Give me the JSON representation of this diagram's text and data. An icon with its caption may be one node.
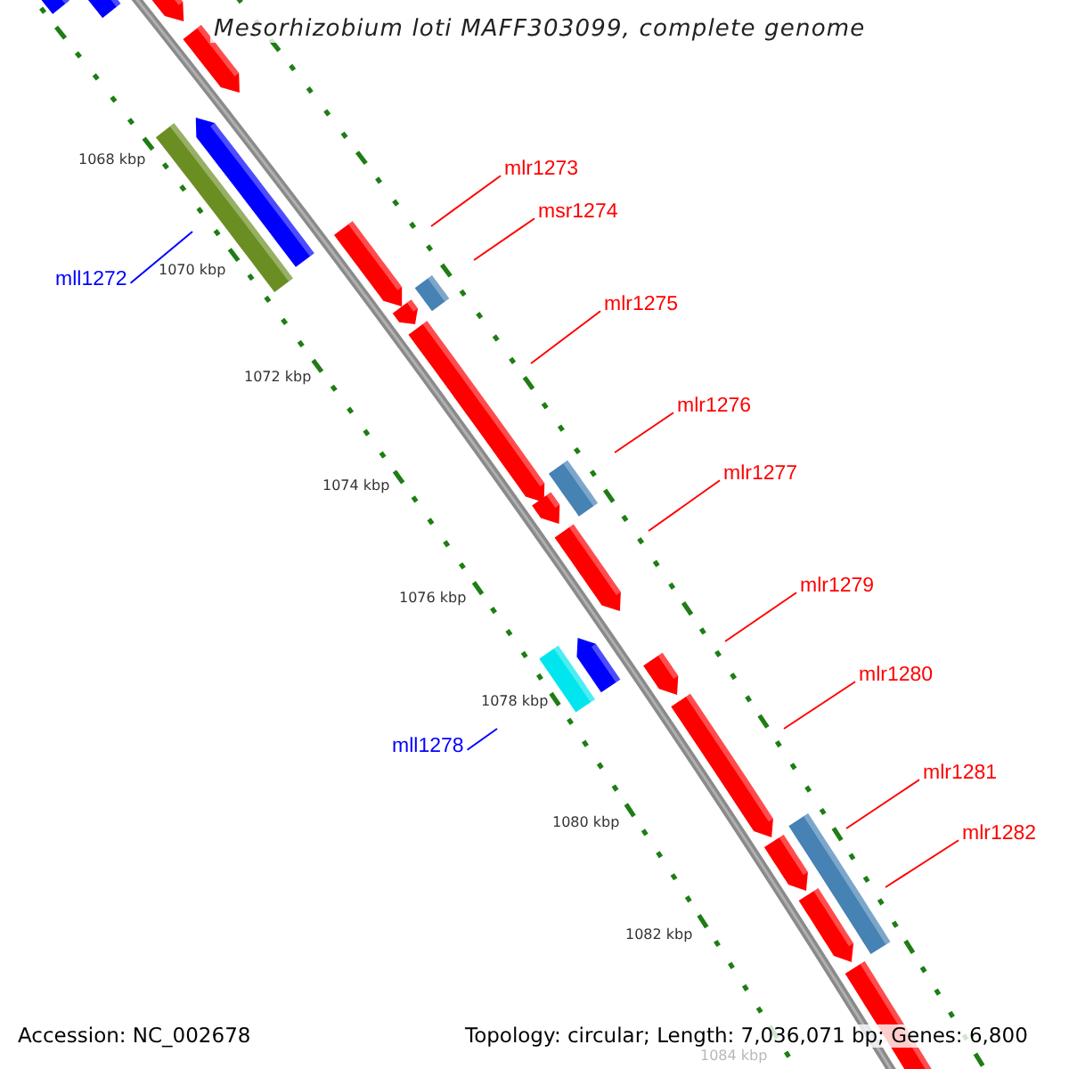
{
  "diagram": {
    "title": "Mesorhizobium loti MAFF303099, complete genome",
    "nodes": [
      {
        "text": [
          "mlr1273"
        ]
      },
      {
        "text": [
          "msr1274"
        ]
      },
      {
        "text": [
          "mll1272"
        ]
      },
      {
        "text": [
          "mlr1275"
        ]
      },
      {
        "text": [
          "mlr1276"
        ]
      },
      {
        "text": [
          "mlr1277"
        ]
      },
      {
        "text": [
          "mlr1279"
        ]
      },
      {
        "text": [
          "mlr1280"
        ]
      },
      {
        "text": [
          "mll1278"
        ]
      },
      {
        "text": [
          "mlr1281"
        ]
      },
      {
        "text": [
          "mlr1282"
        ]
      }
    ],
    "edges": [
      {
        "from": 0,
        "to": null,
        "arrow": "none"
      },
      {
        "from": 1,
        "to": null,
        "arrow": "none"
      },
      {
        "from": 2,
        "to": null,
        "arrow": "none",
        "color": "#0000ff"
      },
      {
        "from": 3,
        "to": null,
        "arrow": "none"
      },
      {
        "from": 4,
        "to": null,
        "arrow": "none"
      },
      {
        "from": 5,
        "to": null,
        "arrow": "none"
      },
      {
        "from": 6,
        "to": null,
        "arrow": "none"
      },
      {
        "from": 7,
        "to": null,
        "arrow": "none"
      },
      {
        "from": 8,
        "to": null,
        "arrow": "none",
        "color": "#0000ff"
      },
      {
        "from": 9,
        "to": null,
        "arrow": "none"
      },
      {
        "from": 10,
        "to": null,
        "arrow": "none"
      }
    ],
    "labels": [
      "1068 kbp",
      "1070 kbp",
      "1072 kbp",
      "1074 kbp",
      "1076 kbp",
      "1078 kbp",
      "1080 kbp",
      "1082 kbp",
      "1084 kbp",
      "Accession: NC_002678",
      "Topology: circular; Length: 7,036,071 bp; Genes: 6,800"
    ]
  }
}
